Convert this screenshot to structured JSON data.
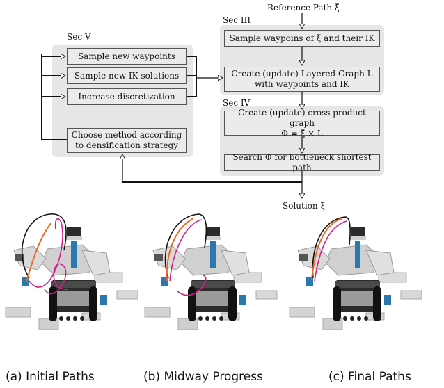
{
  "diagram": {
    "reference_label": "Reference Path ξ̄",
    "solution_label": "Solution ξ",
    "sec_v": {
      "title": "Sec V",
      "boxes": [
        "Sample new waypoints",
        "Sample new IK solutions",
        "Increase discretization",
        "Choose method according",
        "to densification strategy"
      ]
    },
    "sec_iii": {
      "title": "Sec III",
      "sample_box": "Sample waypoins of ξ̄ and their IK",
      "graph_box_line1": "Create (update) Layered Graph L",
      "graph_box_line2": "with waypoints and IK"
    },
    "sec_iv": {
      "title": "Sec IV",
      "product_line1": "Create (update) cross product graph",
      "product_line2": "Φ = ξ̄ × L",
      "search_box": "Search Φ for bottleneck shortest path"
    }
  },
  "captions": [
    "(a) Initial Paths",
    "(b) Midway Progress",
    "(c) Final Paths"
  ],
  "colors": {
    "panel": "#e6e6e6",
    "path_black": "#111111",
    "path_magenta": "#d0208a",
    "path_orange": "#e8682a",
    "robot_body": "#2b2b2b",
    "robot_blue": "#2a78b0"
  }
}
